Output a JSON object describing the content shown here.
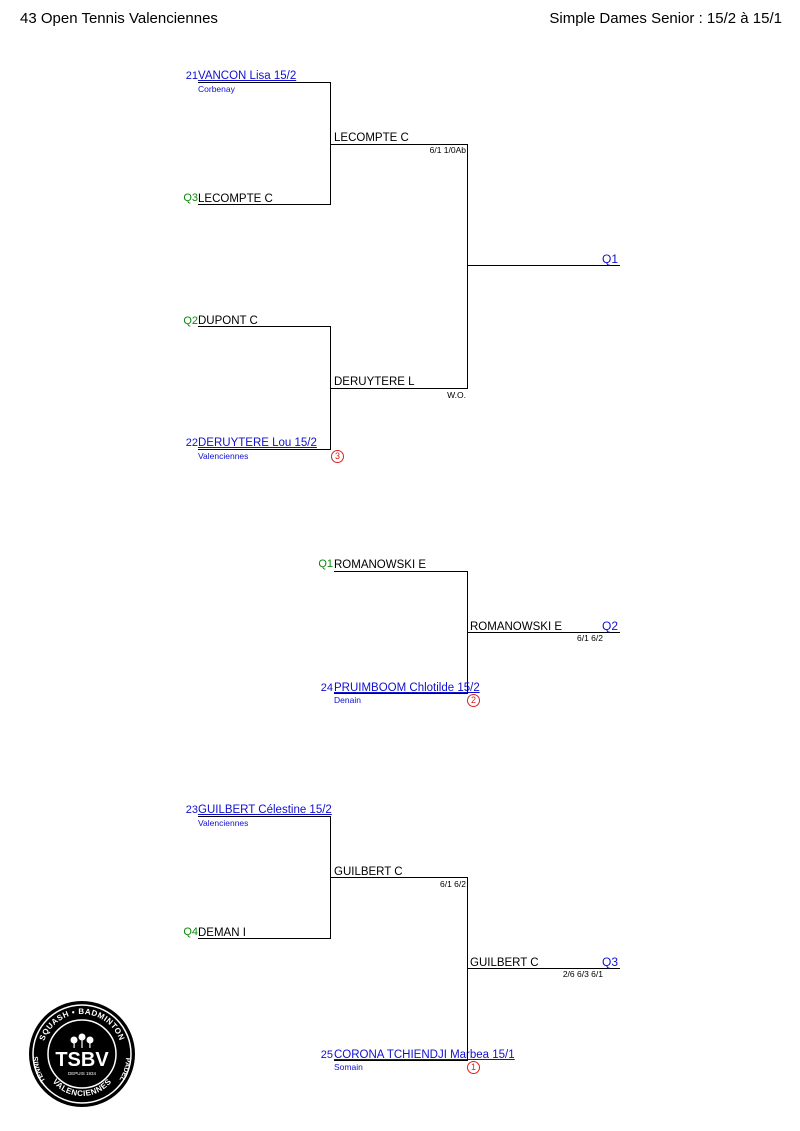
{
  "header": {
    "left": "43 Open Tennis Valenciennes",
    "right": "Simple Dames Senior : 15/2 à 15/1"
  },
  "entries": {
    "e1": {
      "pre": "21",
      "name": "VANCON Lisa 15/2",
      "club": "Corbenay"
    },
    "e2": {
      "pre": "Q3",
      "name": "LECOMPTE C"
    },
    "e3": {
      "pre": "Q2",
      "name": "DUPONT C"
    },
    "e4": {
      "pre": "22",
      "name": "DERUYTERE Lou 15/2",
      "club": "Valenciennes",
      "seed": "3"
    },
    "e5": {
      "pre": "Q1",
      "name": "ROMANOWSKI E"
    },
    "e6": {
      "pre": "24",
      "name": "PRUIMBOOM Chlotilde 15/2",
      "club": "Denain",
      "seed": "2"
    },
    "e7": {
      "pre": "23",
      "name": "GUILBERT Célestine 15/2",
      "club": "Valenciennes"
    },
    "e8": {
      "pre": "Q4",
      "name": "DEMAN I"
    },
    "e9": {
      "pre": "25",
      "name": "CORONA TCHIENDJI Marbea 15/1",
      "club": "Somain",
      "seed": "1"
    }
  },
  "results": {
    "r1": {
      "name": "LECOMPTE C",
      "score": "6/1 1/0Ab"
    },
    "r2": {
      "name": "DERUYTERE L",
      "score": "W.O."
    },
    "r3": {
      "name": "ROMANOWSKI E",
      "score": "6/1 6/2"
    },
    "r4": {
      "name": "GUILBERT C",
      "score": "6/1 6/2"
    },
    "r5": {
      "name": "GUILBERT C",
      "score": "2/6 6/3 6/1"
    }
  },
  "qualifiers": {
    "q1": "Q1",
    "q2": "Q2",
    "q3": "Q3"
  },
  "logo": {
    "text": "TSBV",
    "ring_top": "SQUASH • BADMINTON",
    "ring_left": "TENNIS",
    "ring_right": "PADEL",
    "ring_bottom": "VALENCIENNES",
    "since": "DEPUIS 1934"
  }
}
